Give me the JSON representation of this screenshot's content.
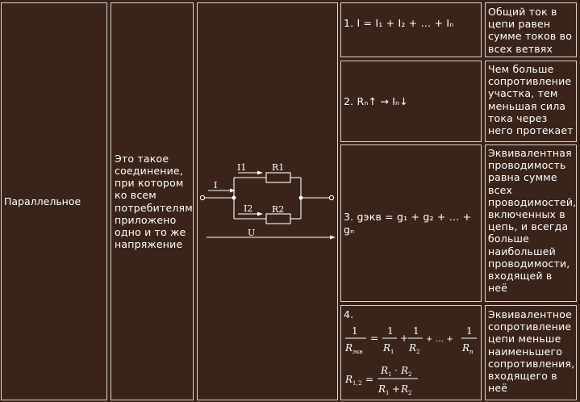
{
  "row": {
    "label": "Параллельное",
    "definition": "Это такое соединение, при котором ко всем потребителям приложено одно и то же напряжение"
  },
  "circuit": {
    "current_main": "I",
    "current_1": "I1",
    "current_2": "I2",
    "resistor_1": "R1",
    "resistor_2": "R2",
    "voltage": "U"
  },
  "properties": [
    {
      "formula": "1. I = I₁ + I₂ + … + Iₙ",
      "description": "Общий ток в цепи равен сумме токов во всех ветвях"
    },
    {
      "formula": "2. Rₙ↑ → Iₙ↓",
      "description": "Чем больше сопротивление участка, тем меньшая сила тока через него протекает"
    },
    {
      "formula": "3. gэкв = g₁ + g₂ + … + gₙ",
      "description": "Эквивалентная проводимость равна сумме всех проводимостей, включенных в цепь, и всегда больше наибольшей проводимости, входящей в неё"
    },
    {
      "formula_number": "4.",
      "description": "Эквивалентное сопротивление цепи меньше наименьшего сопротивления, входящего в неё"
    }
  ],
  "formula4": {
    "one": "1",
    "r_eq": "R",
    "r_eq_sub": "экв",
    "r1": "R",
    "r1_sub": "1",
    "r2": "R",
    "r2_sub": "2",
    "rn": "R",
    "rn_sub": "n",
    "plus": "+",
    "dots": "+ … +",
    "eq": "=",
    "r12": "R",
    "r12_sub": "1,2",
    "dot": "·"
  }
}
